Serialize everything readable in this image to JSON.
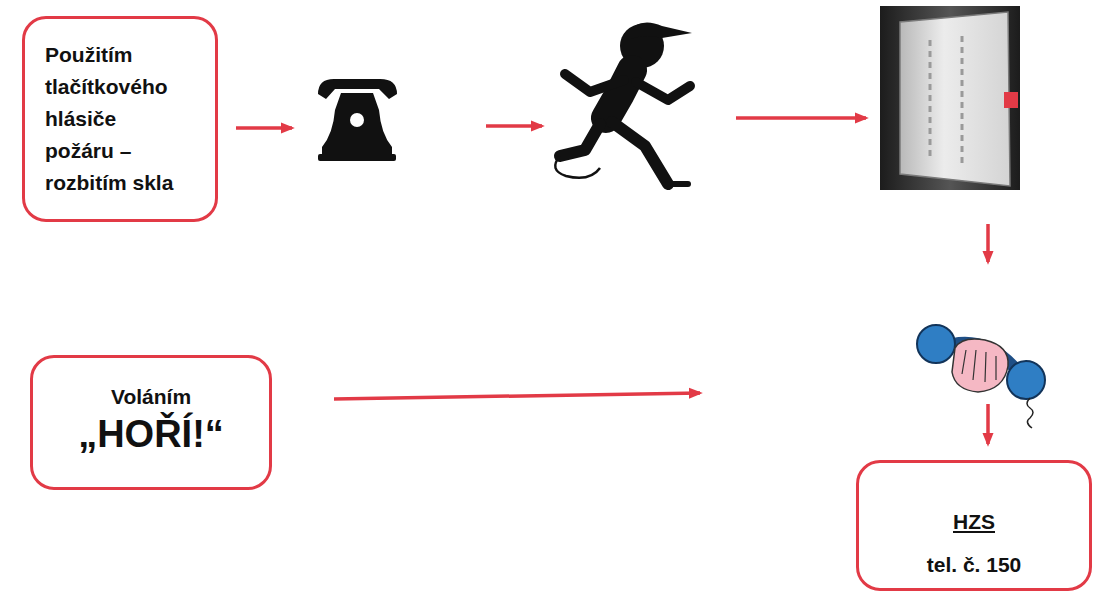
{
  "diagram": {
    "nodes": [
      {
        "text": [
          "Použitím tlačítkového hlásiče požáru – rozbitím skla"
        ]
      },
      {
        "text": [
          "Voláním",
          "„HOŘÍ!“"
        ]
      },
      {
        "text": [
          "HZS",
          "tel. č. 150"
        ]
      }
    ]
  }
}
